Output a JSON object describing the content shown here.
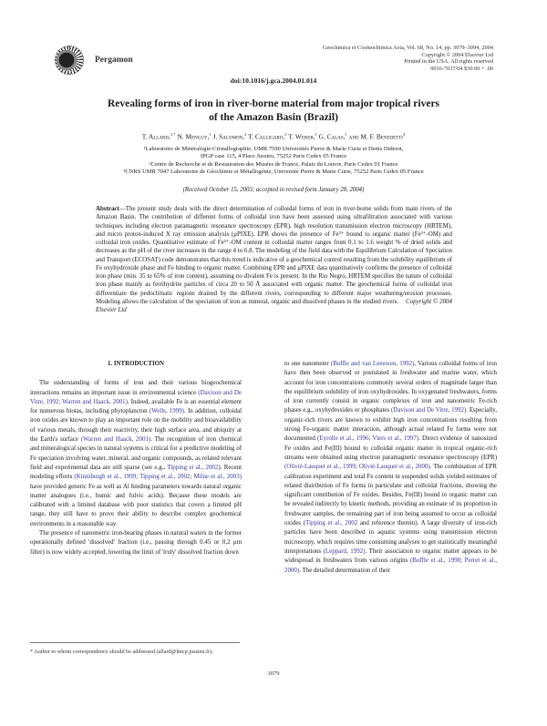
{
  "header": {
    "publisher": "Pergamon",
    "journal_lines": [
      "Geochimica et Cosmochimica Acta, Vol. 68, No. 14, pp. 3079–3094, 2004",
      "Copyright © 2004 Elsevier Ltd",
      "Printed in the USA. All rights reserved",
      "0016-7037/04 $30.00 + .00"
    ],
    "doi": "doi:10.1016/j.gca.2004.01.014"
  },
  "article": {
    "title_line1": "Revealing forms of iron in river-borne material from major tropical rivers",
    "title_line2": "of the Amazon Basin (Brazil)",
    "authors": [
      {
        "name": "T. Allard,",
        "sup": "1,*"
      },
      {
        "name": "N. Menguy,",
        "sup": "1"
      },
      {
        "name": "J. Salomon,",
        "sup": "2"
      },
      {
        "name": "T. Calligaro,",
        "sup": "2"
      },
      {
        "name": "T. Weber,",
        "sup": "1"
      },
      {
        "name": "G. Calas,",
        "sup": "1"
      },
      {
        "name": "and M. F. Benedetti",
        "sup": "3"
      }
    ],
    "affiliations": [
      "¹Laboratoire de Minéralogie-Cristallographie, UMR 7590 Universités Pierre & Marie Curie et Denis Diderot,",
      "IPGP case 115, 4 Place Jussieu, 75252 Paris Cedex 05 France",
      "²Centre de Recherche et de Restauration des Musées de France, Palais du Louvre, Paris Cedex 01 France",
      "³CNRS UMR 7047 Laboratoire de Géochimie et Métallogénie, Université Pierre & Marie Curie, 75252 Paris Cedex 05 France"
    ],
    "received": "(Received October 15, 2003; accepted in revised form January 28, 2004)",
    "abstract_label": "Abstract",
    "abstract_text": "—The present study deals with the direct determination of colloidal forms of iron in river-borne solids from main rivers of the Amazon Basin. The contribution of different forms of colloidal iron have been assessed using ultrafiltration associated with various techniques including electron paramagnetic resonance spectroscopy (EPR), high resolution transmission electron microscopy (HRTEM), and micro proton-induced X ray emission analysis (μPIXE). EPR shows the presence of Fe³⁺ bound to organic matter (Fe³⁺-OM) and colloidal iron oxides. Quantitative estimate of Fe³⁺-OM content in colloidal matter ranges from 0.1 to 1.6 weight % of dried solids and decreases as the pH of the river increases in the range 4 to 6.8. The modeling of the field data with the Equilibrium Calculation of Speciation and Transport (ECOSAT) code demonstrates that this trend is indicative of a geochemical control resulting from the solubility equilibrium of Fe oxyhydroxide phase and Fe binding to organic matter. Combining EPR and μPIXE data quantitatively confirms the presence of colloidal iron phase (min. 35 to 65% of iron content), assuming no divalent Fe is present. In the Rio Negro, HRTEM specifies the nature of colloidal iron phase mainly as ferrihydrite particles of circa 20 to 50 Å associated with organic matter. The geochemical forms of colloidal iron differentiate the pedoclimatic regions drained by the different rivers, corresponding to different major weathering/erosion processes. Modeling allows the calculation of the speciation of iron as mineral, organic and dissolved phases in the studied rivers.",
    "abstract_copyright": "Copyright © 2004 Elsevier Ltd"
  },
  "body": {
    "section_heading": "1. INTRODUCTION",
    "left_paragraphs": [
      [
        {
          "t": "The understanding of forms of iron and their various biogeochemical interactions remains an important issue in environmental science "
        },
        {
          "c": "(Davison and De Vitre, 1992; Warren and Haack, 2001)"
        },
        {
          "t": ". Indeed, available Fe is an essential element for numerous biotas, including phytoplancton "
        },
        {
          "c": "(Wells, 1999)"
        },
        {
          "t": ". In addition, colloidal iron oxides are known to play an important role on the mobility and bioavailability of various metals, through their reactivity, their high surface area, and ubiquity at the Earth's surface "
        },
        {
          "c": "(Warren and Haack, 2001)"
        },
        {
          "t": ". The recognition of iron chemical and mineralogical species in natural systems is critical for a predictive modeling of Fe speciation involving water, mineral, and organic compounds, as related relevant field and experimental data are still sparse (see e.g., "
        },
        {
          "c": "Tipping et al., 2002"
        },
        {
          "t": "). Recent modeling efforts "
        },
        {
          "c": "(Kinniburgh et al., 1999; Tipping et al., 2002; Milne et al., 2003)"
        },
        {
          "t": " have provided generic Fe as well as Al binding parameters towards natural organic matter analogues (i.e., humic and fulvic acids). Because these models are calibrated with a limited database with poor statistics that covers a limited pH range, they still have to prove their ability to describe complex geochemical environments in a reasonable way."
        }
      ],
      [
        {
          "t": "The presence of nanometric iron-bearing phases in natural waters in the former operationally defined 'dissolved' fraction (i.e., passing through 0.45 or 0.2 μm filter) is now widely accepted, lowering the limit of 'truly' dissolved fraction down"
        }
      ]
    ],
    "right_paragraphs": [
      [
        {
          "t": "to one nanometer "
        },
        {
          "c": "(Buffle and van Leeuwen, 1992)"
        },
        {
          "t": ". Various colloidal forms of iron have then been observed or postulated in freshwater and marine water, which account for iron concentrations commonly several orders of magnitude larger than the equilibrium solubility of iron oxyhydroxides. In oxygenated freshwaters, forms of iron currently consist in organic complexes of iron and nanometric Fe-rich phases e.g., oxyhydroxides or phosphates "
        },
        {
          "c": "(Davison and De Vitre, 1992)"
        },
        {
          "t": ". Especially, organic-rich rivers are known to exhibit high iron concentrations resulting from strong Fe-organic matter interaction, although actual related Fe forms were not documented "
        },
        {
          "c": "(Eyrolle et al., 1996; Viers et al., 1997)"
        },
        {
          "t": ". Direct evidence of nanosized Fe oxides and Fe(III) bound to colloidal organic matter in tropical organic-rich streams were obtained using electron paramagnetic resonance spectroscopy (EPR) "
        },
        {
          "c": "(Olivié-Lauquet et al., 1999; Olivié-Lauquet et al., 2000)"
        },
        {
          "t": ". The combination of EPR calibration experiment and total Fe content in suspended solids yielded estimates of related distribution of Fe forms in particulate and colloidal fractions, showing the significant contribution of Fe oxides. Besides, Fe(III) bound to organic matter can be revealed indirectly by kinetic methods, providing an estimate of its proportion in freshwater samples, the remaining part of iron being assumed to occur as colloidal oxides ("
        },
        {
          "c": "Tipping et al., 2002"
        },
        {
          "t": " and reference therein). A large diversity of iron-rich particles have been described in aquatic systems using transmission electron microscopy, which requires time consuming analyses to get statistically meaningful interpretations "
        },
        {
          "c": "(Leppard, 1992)"
        },
        {
          "t": ". Their association to organic matter appears to be widespread in freshwaters from various origins "
        },
        {
          "c": "(Buffle et al., 1998; Perret et al., 2000)"
        },
        {
          "t": ". The detailed determination of their"
        }
      ]
    ],
    "footnote": "* Author to whom correspondence should be addressed (allard@lmcp.jussieu.fr).",
    "page_number": "3079"
  },
  "colors": {
    "citation": "#3a3a9a",
    "text": "#1a1a1a"
  }
}
